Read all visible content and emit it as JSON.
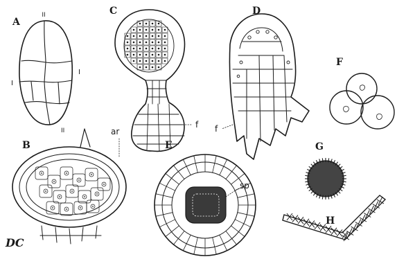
{
  "figure": {
    "panels": {
      "A": {
        "label": "A",
        "marks": {
          "top": "II",
          "left": "I",
          "right": "I",
          "bottom": "II"
        }
      },
      "B": {
        "label": "B",
        "annotation": "ar"
      },
      "C": {
        "label": "C",
        "annotation": "f"
      },
      "D": {
        "label": "D",
        "annotation": "f"
      },
      "E": {
        "label": "E",
        "annotation": "sp"
      },
      "F": {
        "label": "F"
      },
      "G": {
        "label": "G"
      },
      "H": {
        "label": "H"
      }
    },
    "signature": "DC",
    "ink_color": "#1a1a1a",
    "paper_color": "#ffffff"
  }
}
